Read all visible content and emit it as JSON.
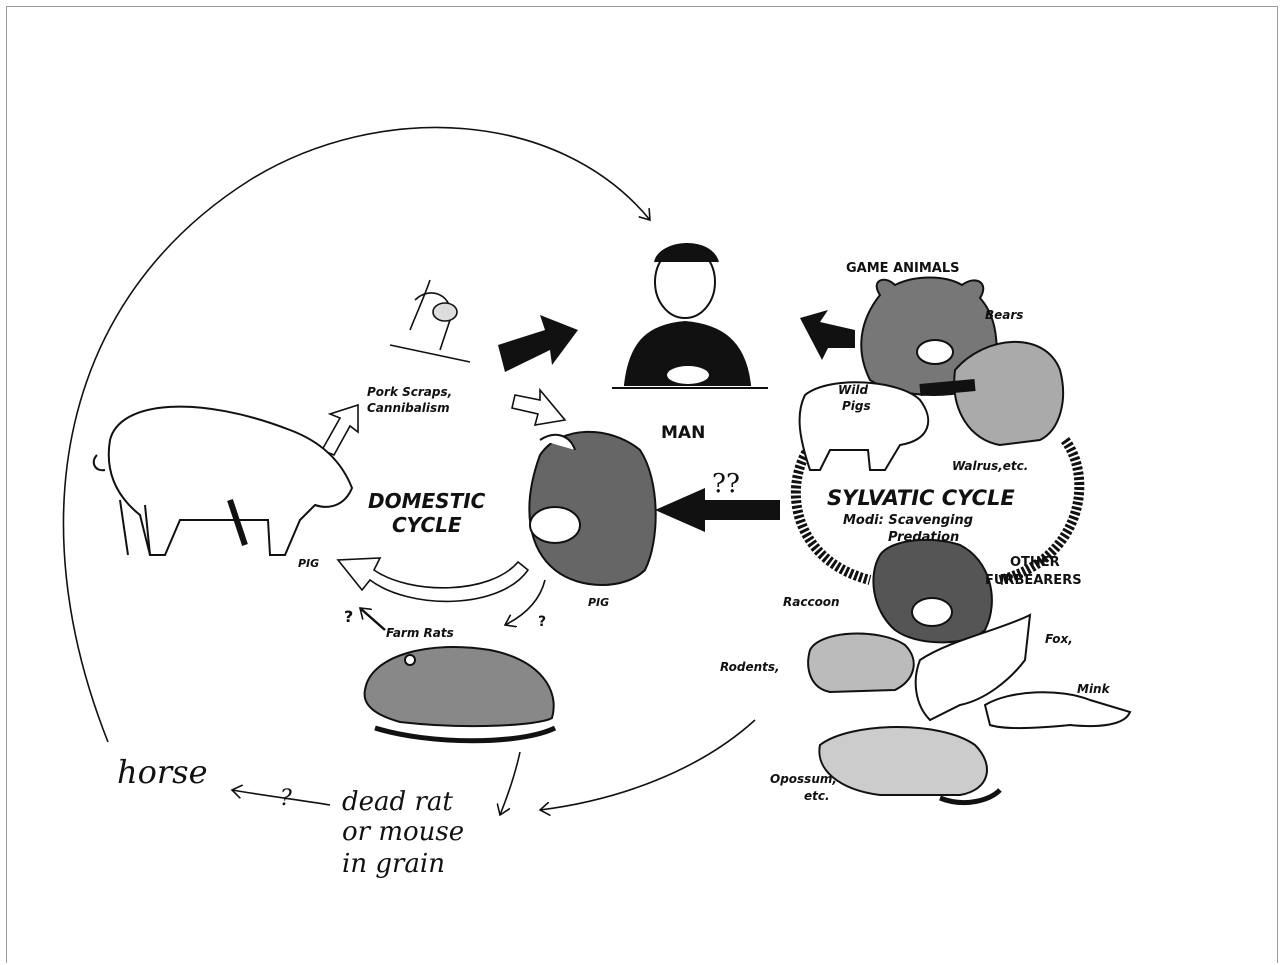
{
  "labels": {
    "game_animals": "GAME ANIMALS",
    "bears": "Bears",
    "wild_pigs_1": "Wild",
    "wild_pigs_2": "Pigs",
    "walrus": "Walrus,etc.",
    "sylvatic_cycle": "SYLVATIC CYCLE",
    "modi_1": "Modi: Scavenging",
    "modi_2": "Predation",
    "other_1": "OTHER",
    "other_2": "FURBEARERS",
    "raccoon": "Raccoon",
    "fox": "Fox,",
    "mink": "Mink",
    "rodents": "Rodents,",
    "opossum_1": "Opossum,",
    "opossum_2": "etc.",
    "man": "MAN",
    "pork_scraps_1": "Pork Scraps,",
    "pork_scraps_2": "Cannibalism",
    "domestic_1": "DOMESTIC",
    "domestic_2": "CYCLE",
    "pig_left": "PIG",
    "pig_right": "PIG",
    "farm_rats": "Farm Rats",
    "qq": "??",
    "q_left": "?",
    "q_right": "?",
    "q_horse": "?",
    "horse": "horse",
    "dead_rat_1": "dead rat",
    "dead_rat_2": "or mouse",
    "dead_rat_3": "in grain"
  },
  "colors": {
    "ink": "#111111",
    "frame": "#9a9a9a"
  }
}
